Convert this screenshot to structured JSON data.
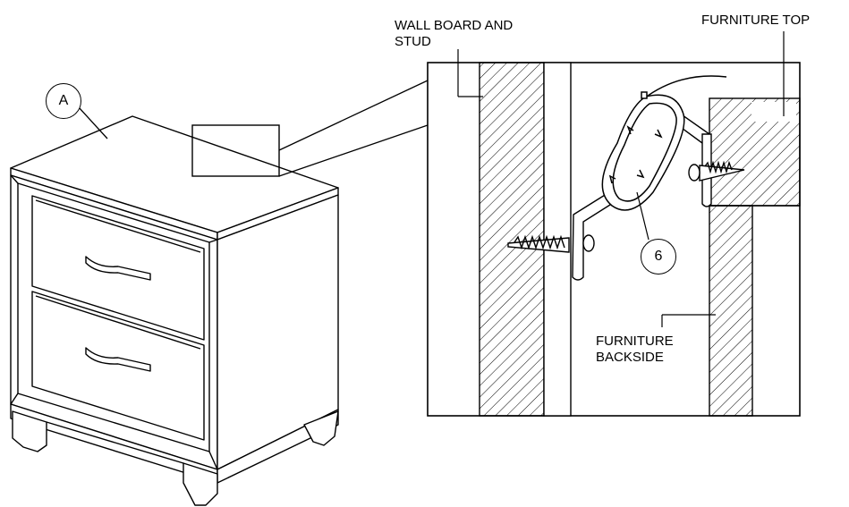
{
  "labels": {
    "wall": [
      "WALL BOARD AND",
      "STUD"
    ],
    "furniture_top": "FURNITURE TOP",
    "furniture_backside": [
      "FURNITURE",
      "BACKSIDE"
    ]
  },
  "callouts": {
    "nightstand": "A",
    "strap": "6"
  },
  "colors": {
    "line": "#000000",
    "background": "#ffffff"
  },
  "icons": {
    "screw": "wood-screw-icon",
    "bracket": "l-bracket-icon",
    "strap": "anti-tip-strap-icon"
  }
}
